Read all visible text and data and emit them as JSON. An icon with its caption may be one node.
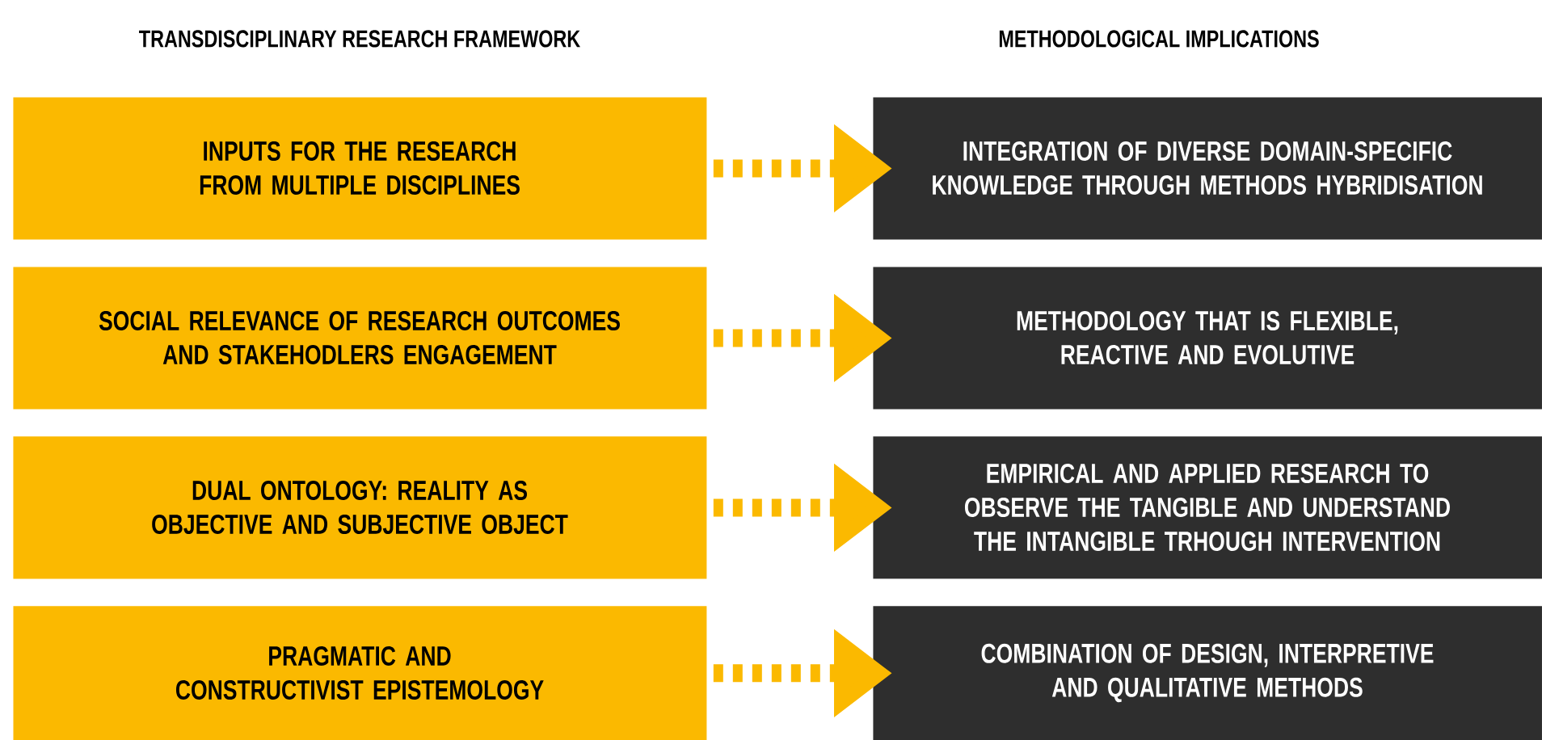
{
  "diagram": {
    "nodes": [
      {
        "text": [
          "INPUTS FOR THE RESEARCH FROM MULTIPLE DISCIPLINES"
        ]
      },
      {
        "text": [
          "INTEGRATION OF DIVERSE DOMAIN-SPECIFIC KNOWLEDGE THROUGH METHODS HYBRIDISATION"
        ]
      },
      {
        "text": [
          "SOCIAL RELEVANCE OF RESEARCH OUTCOMES AND STAKEHODLERS ENGAGEMENT"
        ]
      },
      {
        "text": [
          "METHODOLOGY THAT IS FLEXIBLE, REACTIVE AND EVOLUTIVE"
        ]
      },
      {
        "text": [
          "DUAL ONTOLOGY: REALITY AS OBJECTIVE AND SUBJECTIVE OBJECT"
        ]
      },
      {
        "text": [
          "EMPIRICAL AND APPLIED RESEARCH TO OBSERVE THE TANGIBLE AND UNDERSTAND THE INTANGIBLE TRHOUGH INTERVENTION"
        ]
      },
      {
        "text": [
          "PRAGMATIC AND CONSTRUCTIVIST EPISTEMOLOGY"
        ]
      },
      {
        "text": [
          "COMBINATION OF DESIGN, INTERPRETIVE AND QUALITATIVE METHODS"
        ]
      }
    ],
    "edges": [
      {
        "from": 0,
        "to": 1,
        "arrow": "to",
        "style": "dashed"
      },
      {
        "from": 2,
        "to": 3,
        "arrow": "to",
        "style": "dashed"
      },
      {
        "from": 4,
        "to": 5,
        "arrow": "to",
        "style": "dashed"
      },
      {
        "from": 6,
        "to": 7,
        "arrow": "to",
        "style": "dashed"
      }
    ],
    "labels": [
      "TRANSDISCIPLINARY RESEARCH FRAMEWORK",
      "METHODOLOGICAL IMPLICATIONS"
    ]
  }
}
